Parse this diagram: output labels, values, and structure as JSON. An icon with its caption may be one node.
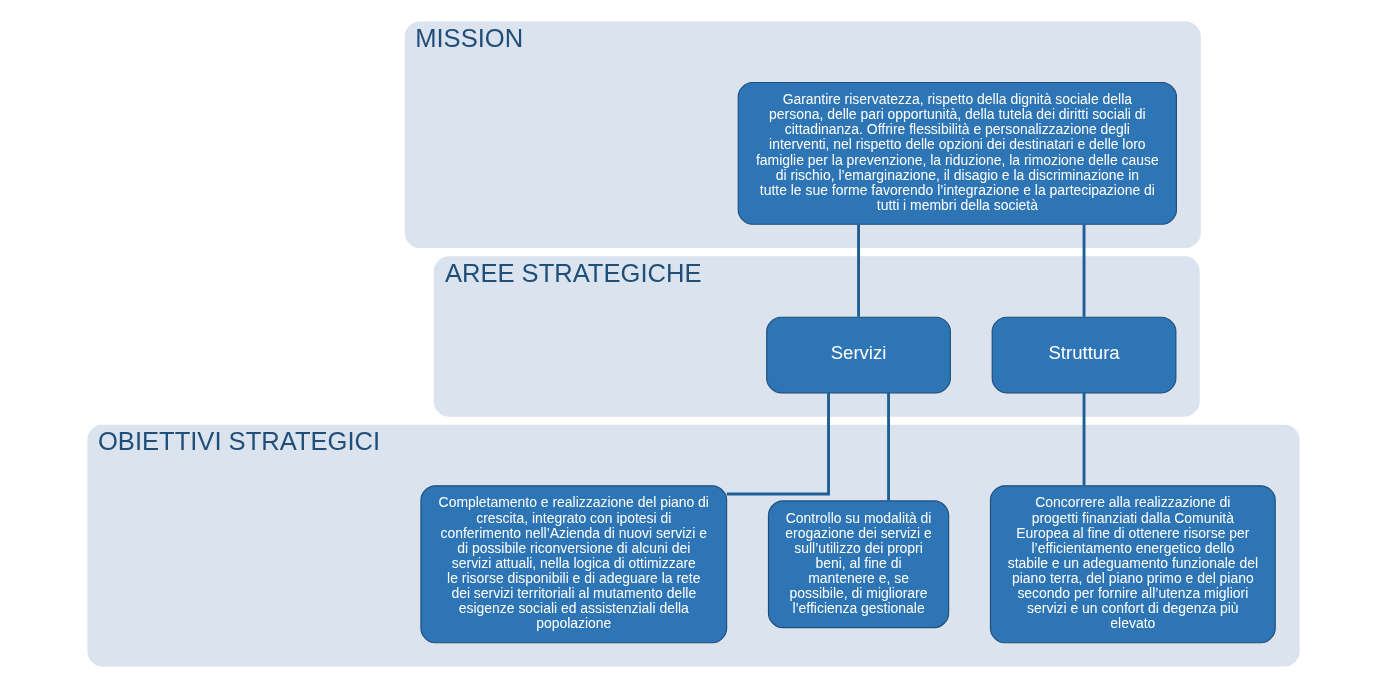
{
  "diagram": {
    "nodes": [
      {
        "text": [
          "MISSION"
        ]
      },
      {
        "text": [
          "Garantire riservatezza, rispetto della dignità sociale della persona, delle pari opportunità, della tutela dei diritti sociali di cittadinanza. Offrire flessibilità e personalizzazione degli interventi, nel rispetto delle opzioni dei destinatari e delle loro famiglie per la prevenzione, la riduzione, la rimozione delle cause di rischio, l’emarginazione, il disagio e la discriminazione in tutte le sue forme favorendo l’integrazione e la partecipazione di tutti i membri della società"
        ],
        "in": 0
      },
      {
        "text": [
          "AREE STRATEGICHE"
        ]
      },
      {
        "text": [
          "Servizi"
        ],
        "in": 2
      },
      {
        "text": [
          "Struttura"
        ],
        "in": 2
      },
      {
        "text": [
          "OBIETTIVI STRATEGICI"
        ]
      },
      {
        "text": [
          "Completamento e realizzazione del piano di crescita, integrato con ipotesi di conferimento nell’Azienda di nuovi servizi e di possibile riconversione di alcuni dei servizi attuali, nella logica di ottimizzare le risorse disponibili e di adeguare la rete dei servizi territoriali al mutamento delle esigenze sociali ed assistenziali della popolazione"
        ],
        "in": 5
      },
      {
        "text": [
          "Controllo su modalità di erogazione dei servizi e sull’utilizzo dei propri beni, al fine di mantenere e, se possibile, di migliorare l’efficienza gestionale"
        ],
        "in": 5
      },
      {
        "text": [
          "Concorrere alla realizzazione di progetti finanziati dalla Comunità Europea al fine di ottenere risorse per l’efficientamento energetico dello stabile e un adeguamento funzionale del piano terra, del piano primo e del piano secondo per fornire all’utenza migliori servizi e un confort di degenza più elevato"
        ],
        "in": 5
      }
    ],
    "edges": [
      {
        "from": 1,
        "to": 3,
        "arrow": "none"
      },
      {
        "from": 1,
        "to": 4,
        "arrow": "none"
      },
      {
        "from": 3,
        "to": 6,
        "arrow": "none"
      },
      {
        "from": 3,
        "to": 7,
        "arrow": "none"
      },
      {
        "from": 4,
        "to": 8,
        "arrow": "none"
      }
    ]
  }
}
